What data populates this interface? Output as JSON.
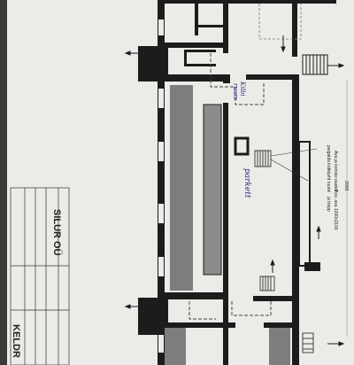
{
  "company": "SILUR OÜ",
  "sheet_title": "KELDR",
  "year": "2008",
  "handwritten": {
    "room_note_1": "Kilbi",
    "room_note_2": "ruum",
    "corridor_note": "parkett"
  },
  "annotations": {
    "note_a": "Ava ja korista vaated,",
    "note_b": "paigalda küttejaht ruumi",
    "note_c": "Pos. ava 1000x2100",
    "note_d": "ja trepp"
  },
  "colors": {
    "paper": "#ecebe7",
    "wall": "#1c1c1c",
    "hatch": "#7d7d7d",
    "background": "#3a3a38"
  }
}
